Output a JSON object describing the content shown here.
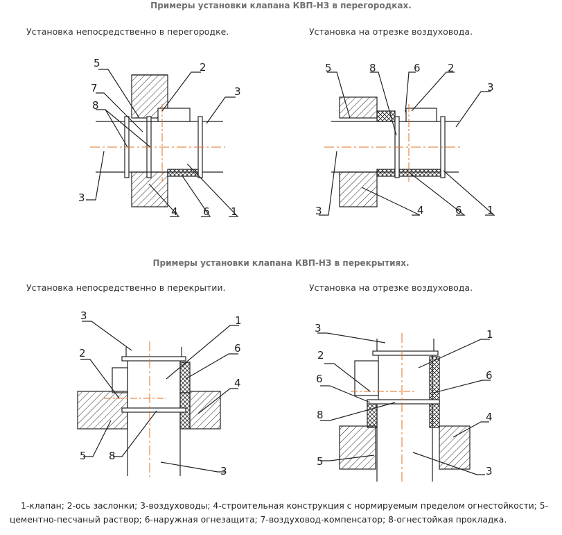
{
  "titles": {
    "partitions": "Примеры установки клапана КВП-НЗ в перегородках.",
    "floors": "Примеры установки клапана КВП-НЗ в перекрытиях."
  },
  "captions": {
    "partition_direct": "Установка непосредственно в перегородке.",
    "partition_duct": "Установка на отрезке воздуховода.",
    "floor_direct": "Установка непосредственно в перекрытии.",
    "floor_duct": "Установка на отрезке воздуховода."
  },
  "labels": {
    "tl": {
      "a": "5",
      "b": "2",
      "c": "7",
      "d": "3",
      "e": "8",
      "f": "3",
      "g": "4",
      "h": "6",
      "i": "1"
    },
    "tr": {
      "a": "5",
      "b": "8",
      "c": "6",
      "d": "2",
      "e": "3",
      "f": "3",
      "g": "4",
      "h": "6",
      "i": "1"
    },
    "bl": {
      "a": "3",
      "b": "1",
      "c": "2",
      "d": "6",
      "e": "4",
      "f": "5",
      "g": "8",
      "h": "3"
    },
    "br": {
      "a": "3",
      "b": "1",
      "c": "2",
      "d": "6",
      "e": "6",
      "f": "4",
      "g": "8",
      "h": "5",
      "i": "3"
    }
  },
  "legend": "1-клапан; 2-ось заслонки; 3-воздуховоды; 4-строительная конструкция с нормируемым пределом огнестойкости; 5-цементно-песчаный раствор; 6-наружная огнезащита; 7-воздуховод-компенсатор; 8-огнестойкая прокладка.",
  "colors": {
    "line": "#222222",
    "axis": "#e07020",
    "title": "#6f6f6f"
  }
}
